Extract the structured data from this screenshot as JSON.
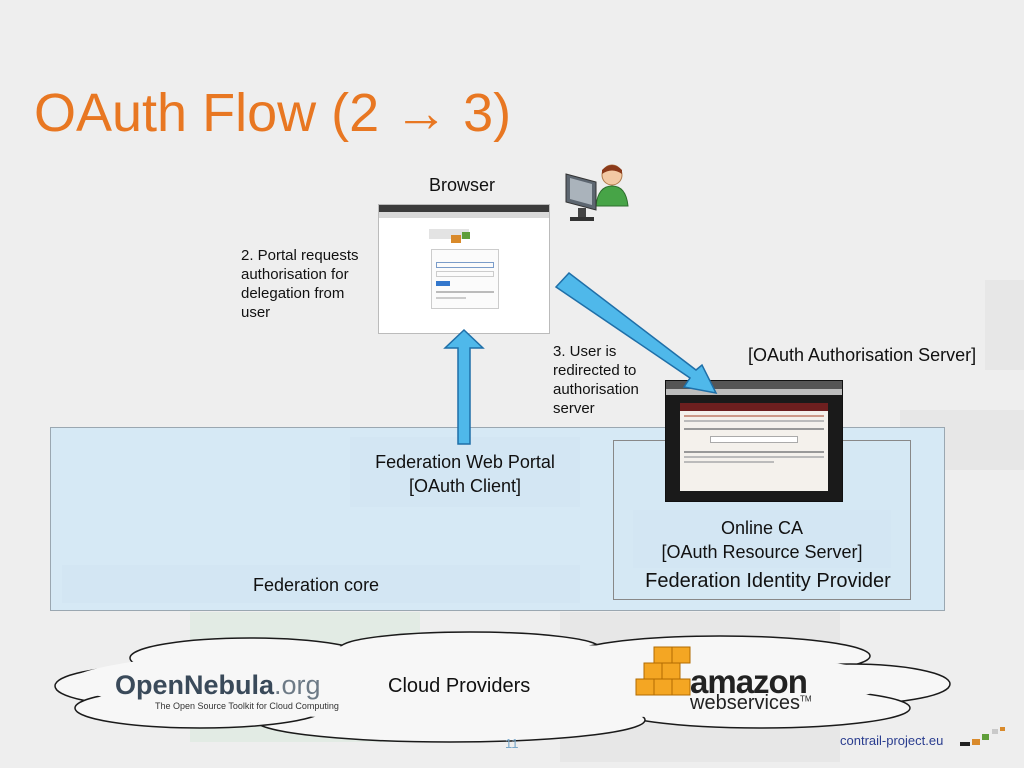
{
  "slide": {
    "title": "OAuth Flow (2 → 3)",
    "page_number": "11",
    "footer_link": "contrail-project.eu"
  },
  "labels": {
    "browser": "Browser",
    "step2_line1": "2. Portal requests",
    "step2_line2": "authorisation for",
    "step2_line3": "delegation from",
    "step2_line4": "user",
    "step3_line1": "3. User is",
    "step3_line2": "redirected to",
    "step3_line3": "authorisation",
    "step3_line4": "server",
    "auth_server": "[OAuth Authorisation Server]",
    "portal_line1": "Federation Web Portal",
    "portal_line2": "[OAuth Client]",
    "online_ca_line1": "Online CA",
    "online_ca_line2": "[OAuth Resource Server]",
    "identity_provider": "Federation Identity Provider",
    "federation_core": "Federation core",
    "cloud_providers": "Cloud Providers"
  },
  "logos": {
    "opennebula_main": "OpenNebula",
    "opennebula_suffix": ".org",
    "opennebula_tagline": "The Open Source Toolkit for Cloud Computing",
    "amazon_main": "amazon",
    "amazon_sub": "webservices",
    "amazon_tm": "TM"
  },
  "colors": {
    "title": "#e87722",
    "arrow_fill": "#4fb8ea",
    "arrow_stroke": "#1f6fa8",
    "federation_box": "#d6e9f5",
    "cloud_fill": "#f7f7f7"
  }
}
